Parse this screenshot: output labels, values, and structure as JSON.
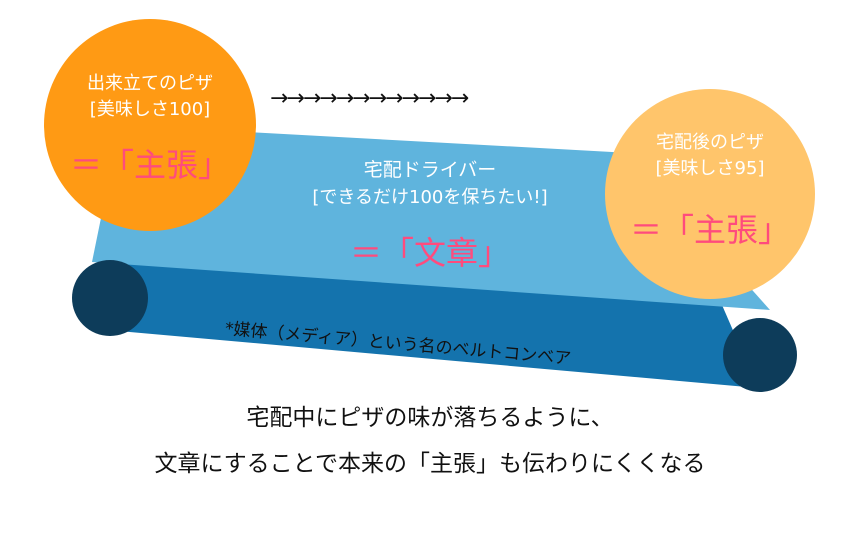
{
  "colors": {
    "pizza_fresh": "#ff9a14",
    "pizza_delivered": "#ffc56b",
    "layer_top": "#5fb4dd",
    "layer_belt": "#1473ad",
    "roller": "#0d3c5a",
    "claim_text": "#ff4b7d",
    "label_text": "#ffffff",
    "body_text": "#111111"
  },
  "left_pizza": {
    "title": "出来立てのピザ",
    "subtitle": "[美味しさ100]",
    "claim": "＝「主張」"
  },
  "arrows": "→→→→→→→→→→→→",
  "middle_layer": {
    "title": "宅配ドライバー",
    "subtitle": "[できるだけ100を保ちたい!]",
    "claim": "＝「文章」"
  },
  "right_pizza": {
    "title": "宅配後のピザ",
    "subtitle": "[美味しさ95]",
    "claim": "＝「主張」"
  },
  "belt_label": "*媒体（メディア）という名のベルトコンベア",
  "caption": {
    "line1": "宅配中にピザの味が落ちるように、",
    "line2": "文章にすることで本来の「主張」も伝わりにくくなる"
  },
  "icons": {
    "left_roller": "roller-circle",
    "right_roller": "roller-circle"
  }
}
